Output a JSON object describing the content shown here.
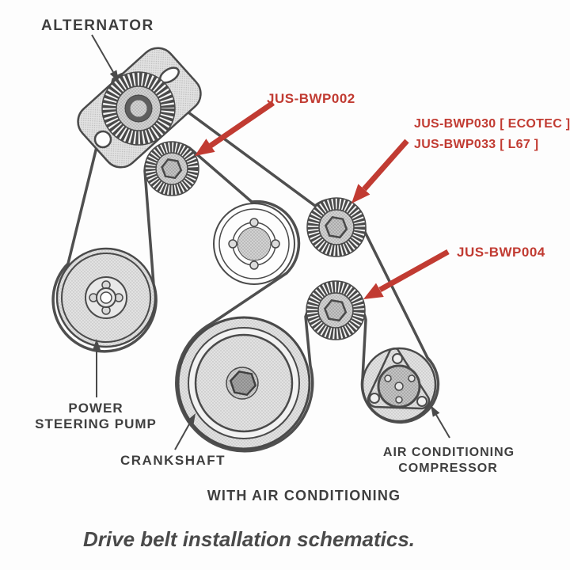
{
  "colors": {
    "ink": "#4a4a4a",
    "callout_red": "#c13b32",
    "paper": "#fdfdfd",
    "stipple_light": "#e2e2e2",
    "stipple_mid": "#d2d2d2"
  },
  "labels": {
    "alternator": "ALTERNATOR",
    "power_steering_1": "POWER",
    "power_steering_2": "STEERING PUMP",
    "crankshaft": "CRANKSHAFT",
    "ac_compressor_1": "AIR CONDITIONING",
    "ac_compressor_2": "COMPRESSOR",
    "variant": "WITH AIR CONDITIONING",
    "caption": "Drive belt installation schematics."
  },
  "callouts": {
    "tensioner_pulley": "JUS-BWP002",
    "upper_idler_ecotec": "JUS-BWP030 [ ECOTEC ]",
    "upper_idler_l67": "JUS-BWP033 [ L67 ]",
    "lower_idler": "JUS-BWP004"
  }
}
